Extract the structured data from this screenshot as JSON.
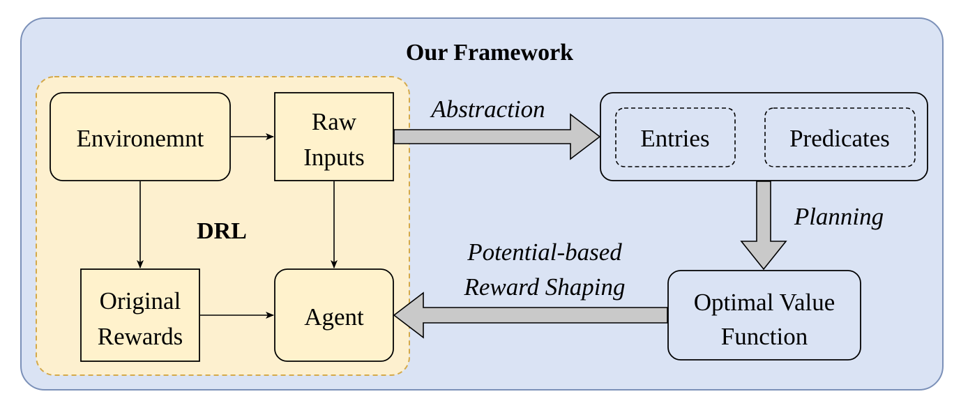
{
  "title": "Our Framework",
  "drl": {
    "label": "DRL",
    "environment": "Environemnt",
    "raw_inputs": [
      "Raw",
      "Inputs"
    ],
    "original_rewards": [
      "Original",
      "Rewards"
    ],
    "agent": "Agent"
  },
  "abstraction": {
    "arrow_label": "Abstraction",
    "entries": "Entries",
    "predicates": "Predicates"
  },
  "planning": {
    "arrow_label": "Planning"
  },
  "optimal_value": [
    "Optimal Value",
    "Function"
  ],
  "shaping": {
    "arrow_label": [
      "Potential-based",
      "Reward Shaping"
    ]
  },
  "colors": {
    "framework_fill": "#dae3f4",
    "framework_stroke": "#7b90b8",
    "drl_fill": "#fdf0cf",
    "drl_stroke": "#d4a94a",
    "box_fill": "#fff2cc",
    "big_arrow_fill": "#c9c9c9"
  }
}
